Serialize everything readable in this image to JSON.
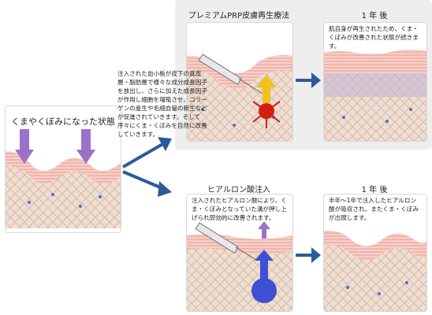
{
  "left": {
    "label": "くまやくぼみになった状態"
  },
  "prp": {
    "title": "プレミアムPRP皮膚再生療法",
    "description": "注入された血小板が皮下の真皮層・脂肪層で様々な成分成長因子を放出し、さらに加えた成長因子が作用し細胞を増殖させ、コラーゲンの産生や毛細血管の新生などが促進されていきます。そして序々にくま・くぼみを自然に改善していきます。"
  },
  "prp_after": {
    "title": "1 年 後",
    "description": "肌自身が再生されたため、くま・くぼみが改善された状態が続きます。"
  },
  "ha": {
    "title": "ヒアルロン酸注入",
    "description": "注入されたヒアルロン酸により、くま・くぼみとなっていた溝が押し上げられ即効的に改善されます。"
  },
  "ha_after": {
    "title": "1 年 後",
    "description": "半年〜1年で注入したヒアルロン酸が吸収され、またくま・くぼみが出現します。"
  },
  "colors": {
    "arrow_blue": "#2d5a9c",
    "purple": "#9a72c9",
    "prp_yellow": "#f2c21c",
    "prp_red": "#d21f12",
    "ha_blue": "#3f4fd4",
    "skin_pink": "#f4c4bc",
    "fat_beige": "#f5ddc6"
  }
}
